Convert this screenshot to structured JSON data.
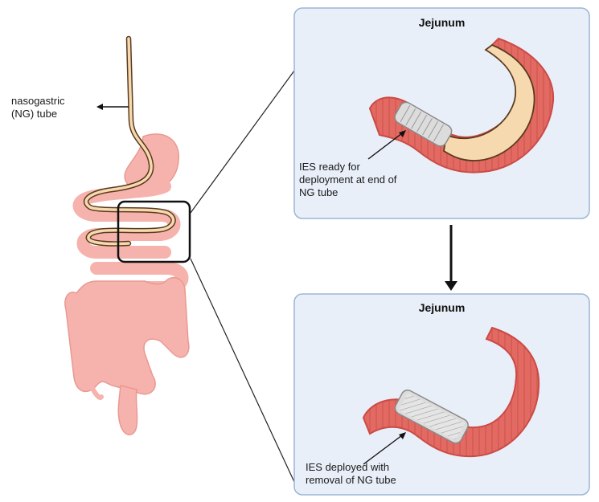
{
  "labels": {
    "ng_tube_line1": "nasogastric",
    "ng_tube_line2": "(NG) tube"
  },
  "panel_top": {
    "title": "Jejunum",
    "caption_lines": [
      "IES ready for",
      "deployment at end of",
      "NG tube"
    ]
  },
  "panel_bottom": {
    "title": "Jejunum",
    "caption_lines": [
      "IES deployed with",
      "removal of NG tube"
    ]
  },
  "colors": {
    "intestine_fill": "#f6b3ad",
    "jejunum_wall": "#e0605a",
    "jejunum_inner": "#cc4a45",
    "tube_fill": "#f7d9b0",
    "tube_stroke": "#5a3a1e",
    "panel_bg": "#e8eff8",
    "panel_border": "#9bb6d6",
    "stent_fill": "#dcdcdc",
    "stent_stroke": "#8a8a8a",
    "focus_box": "#111111"
  }
}
